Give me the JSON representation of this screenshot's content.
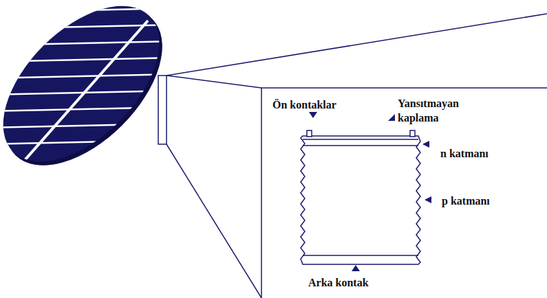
{
  "diagram": {
    "labels": [
      "Ön kontaklar",
      "Yansıtmayan kaplama",
      "n katmanı",
      "p katmanı",
      "Arka kontak"
    ]
  }
}
